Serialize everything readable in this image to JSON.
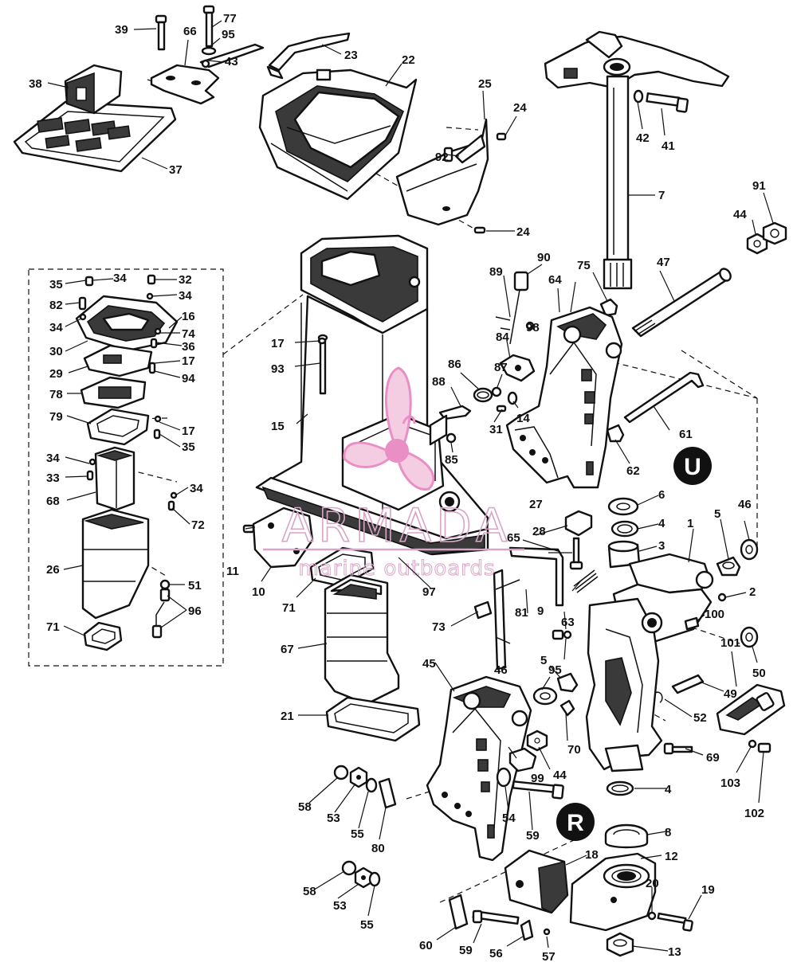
{
  "diagram": {
    "callouts": [
      "1",
      "2",
      "3",
      "4",
      "5",
      "6",
      "7",
      "8",
      "9",
      "10",
      "11",
      "12",
      "13",
      "14",
      "15",
      "16",
      "17",
      "18",
      "19",
      "20",
      "21",
      "22",
      "23",
      "24",
      "25",
      "26",
      "27",
      "28",
      "29",
      "30",
      "31",
      "32",
      "33",
      "34",
      "35",
      "36",
      "37",
      "38",
      "39",
      "41",
      "42",
      "43",
      "44",
      "45",
      "46",
      "47",
      "49",
      "50",
      "51",
      "52",
      "53",
      "54",
      "55",
      "56",
      "57",
      "58",
      "59",
      "60",
      "61",
      "62",
      "63",
      "64",
      "65",
      "66",
      "67",
      "68",
      "69",
      "70",
      "71",
      "72",
      "73",
      "74",
      "75",
      "77",
      "78",
      "79",
      "80",
      "81",
      "82",
      "84",
      "85",
      "86",
      "87",
      "88",
      "89",
      "90",
      "91",
      "92",
      "93",
      "94",
      "95",
      "96",
      "97",
      "98",
      "99",
      "100",
      "101",
      "102",
      "103"
    ],
    "stamp_upper_text": "U",
    "stamp_lower_text": "R"
  },
  "watermark": {
    "brand": "ARMADA",
    "tagline": "marine outboards",
    "colors": {
      "logo_pink": "#e98fc5",
      "text_pink": "#d9a5c6"
    }
  },
  "colors": {
    "line": "#111111",
    "background": "#ffffff"
  }
}
